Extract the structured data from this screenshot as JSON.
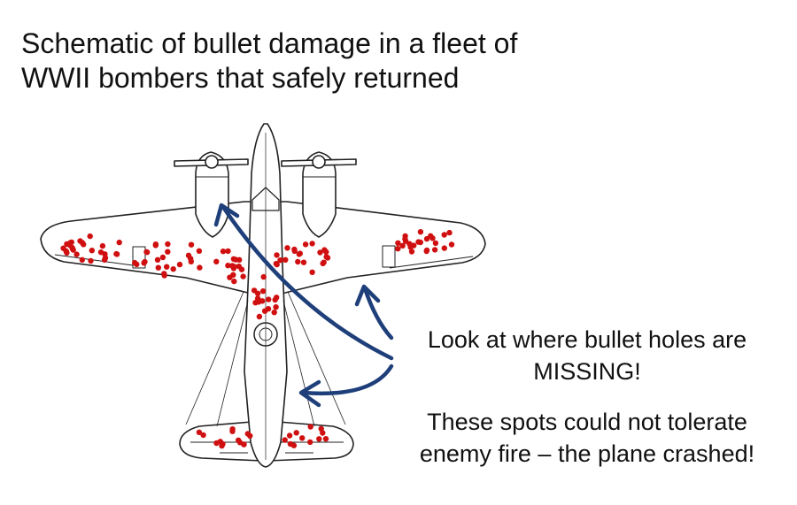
{
  "title": {
    "line1": "Schematic of bullet damage in a fleet of",
    "line2": "WWII bombers that safely returned"
  },
  "annotation": {
    "missing_line1": "Look at where bullet holes are",
    "missing_line2": "MISSING!",
    "crash_line1": "These spots could not tolerate",
    "crash_line2": "enemy fire – the plane crashed!"
  },
  "colors": {
    "bullet_hole": "#d01010",
    "arrow": "#1f3f7a",
    "airframe_line": "#222222",
    "background": "#ffffff"
  },
  "icons": {
    "airframe": "bomber-plane-outline",
    "damage": "bullet-hole-dot",
    "pointer": "curved-arrow"
  }
}
